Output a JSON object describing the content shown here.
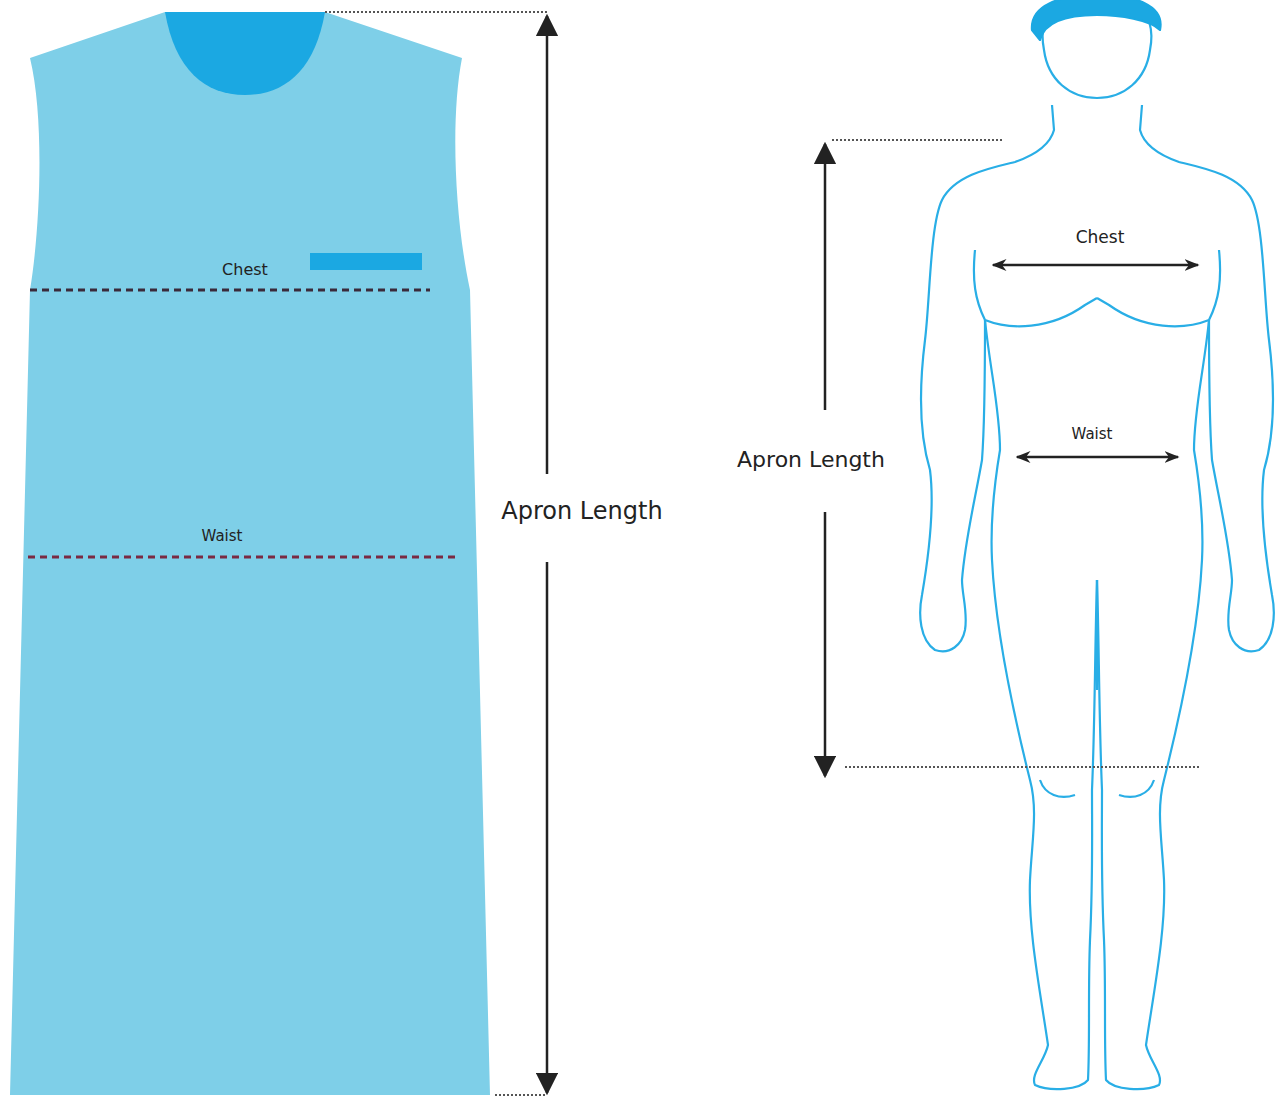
{
  "diagram": {
    "labels": [
      "Chest",
      "Waist",
      "Apron Length",
      "Chest",
      "Waist",
      "Apron Length"
    ]
  }
}
